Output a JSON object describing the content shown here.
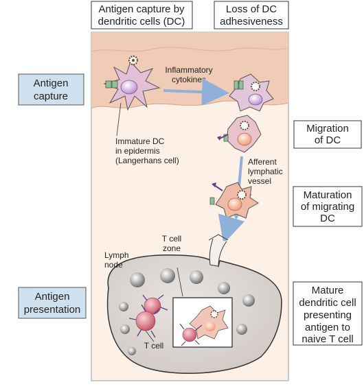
{
  "headers": {
    "left": [
      "Antigen capture by",
      "dendritic cells (DC)"
    ],
    "right": [
      "Loss of DC",
      "adhesiveness"
    ]
  },
  "side_labels_left": {
    "capture": [
      "Antigen",
      "capture"
    ],
    "presentation": [
      "Antigen",
      "presentation"
    ]
  },
  "side_labels_right": {
    "migration": [
      "Migration",
      "of DC"
    ],
    "maturation": [
      "Maturation",
      "of migrating",
      "DC"
    ],
    "mature": [
      "Mature",
      "dendritic cell",
      "presenting",
      "antigen to",
      "naive T cell"
    ]
  },
  "labels": {
    "inflammatory": [
      "Inflammatory",
      "cytokines"
    ],
    "immature_dc": [
      "Immature DC",
      "in epidermis",
      "(Langerhans cell)"
    ],
    "afferent": [
      "Afferent",
      "lymphatic",
      "vessel"
    ],
    "t_cell_zone": [
      "T cell",
      "zone"
    ],
    "lymph_node": [
      "Lymph",
      "node"
    ],
    "t_cell": "T cell"
  },
  "colors": {
    "side_label_fill": "#cfe0ee",
    "epidermis": "#f0cbb5",
    "dermis": "#fbe7d8",
    "lymph_node_fill": "#ddd7d3",
    "arrow": "#8fb0d8",
    "dc_fill": "#e9b9c9",
    "nucleus": "#c6a4d8",
    "t_cell": "#e48a97"
  }
}
